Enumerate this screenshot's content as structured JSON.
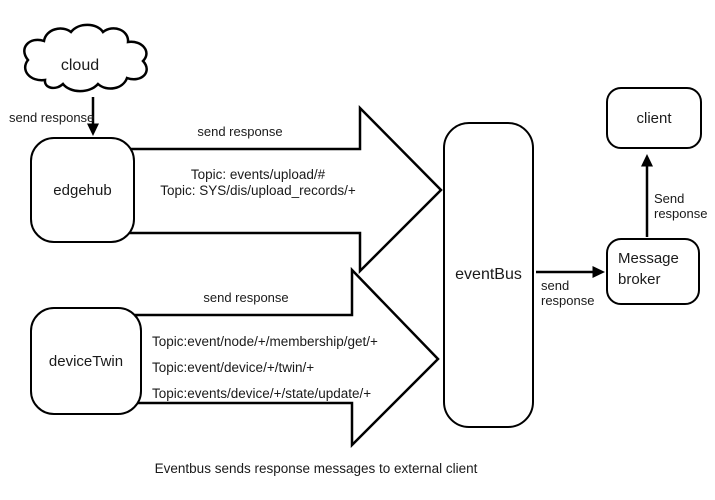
{
  "diagram": {
    "nodes": {
      "cloud": {
        "label": "cloud"
      },
      "edgehub": {
        "label": "edgehub"
      },
      "devicetwin": {
        "label": "deviceTwin"
      },
      "eventbus": {
        "label": "eventBus"
      },
      "broker": {
        "label": "Message broker"
      },
      "client": {
        "label": "client"
      }
    },
    "edges": {
      "cloud_to_edgehub": {
        "label": "send response"
      },
      "edgehub_to_eventbus": {
        "label": "send response",
        "topics": [
          "Topic: events/upload/#",
          "Topic: SYS/dis/upload_records/+"
        ]
      },
      "devicetwin_to_eventbus": {
        "label": "send response",
        "topics": [
          "Topic:event/node/+/membership/get/+",
          "Topic:event/device/+/twin/+",
          "Topic:events/device/+/state/update/+"
        ]
      },
      "eventbus_to_broker": {
        "label": "send response"
      },
      "broker_to_client": {
        "label": "Send response"
      }
    },
    "caption": "Eventbus sends response messages to external client",
    "colors": {
      "stroke": "#000000",
      "text": "#1a1a1a",
      "background": "#ffffff"
    }
  }
}
